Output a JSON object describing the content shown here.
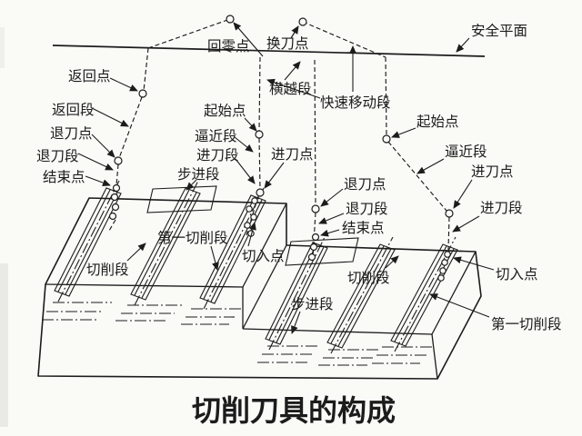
{
  "page": {
    "background": "#fafaf7",
    "ink": "#1c1c1c"
  },
  "title": {
    "text": "切削刀具的构成",
    "color": "#e8862b"
  },
  "labels": {
    "safety_plane": "安全平面",
    "home_point": "回零点",
    "tool_change_point": "换刀点",
    "traverse_segment": "横越段",
    "rapid_move_segment": "快速移动段",
    "return_point": "返回点",
    "return_segment": "返回段",
    "retract_point_left": "退刀点",
    "retract_segment_left": "退刀段",
    "end_point_left": "结束点",
    "start_point_mid": "起始点",
    "approach_segment_mid": "逼近段",
    "feed_segment_mid": "进刀段",
    "feed_point_mid": "进刀点",
    "step_segment_left": "步进段",
    "cut_in_point_mid": "切入点",
    "first_cutting_segment_left": "第一切削段",
    "cutting_segment_left": "切削段",
    "retract_point_mid": "退刀点",
    "retract_segment_mid": "退刀段",
    "end_point_mid": "结束点",
    "start_point_right": "起始点",
    "approach_segment_right": "逼近段",
    "feed_point_right": "进刀点",
    "feed_segment_right": "进刀段",
    "cut_in_point_right": "切入点",
    "cutting_segment_right": "切削段",
    "step_segment_right": "步进段",
    "first_cutting_segment_right": "第一切削段"
  }
}
